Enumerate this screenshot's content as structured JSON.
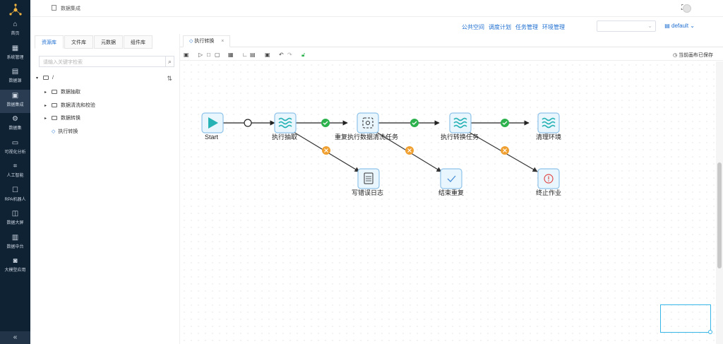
{
  "nav": {
    "items": [
      {
        "label": "首页",
        "icon": "home-icon"
      },
      {
        "label": "系统管理",
        "icon": "grid-icon"
      },
      {
        "label": "数据源",
        "icon": "database-icon"
      },
      {
        "label": "数据集成",
        "icon": "integration-icon"
      },
      {
        "label": "数据集",
        "icon": "dataset-icon"
      },
      {
        "label": "可视化分析",
        "icon": "chart-icon"
      },
      {
        "label": "人工智能",
        "icon": "ai-icon"
      },
      {
        "label": "RPA机器人",
        "icon": "robot-icon"
      },
      {
        "label": "数据大屏",
        "icon": "screen-icon"
      },
      {
        "label": "数据中台",
        "icon": "platform-icon"
      },
      {
        "label": "大模型应用",
        "icon": "model-icon"
      }
    ],
    "active_index": 3,
    "collapse_label": "«"
  },
  "header": {
    "breadcrumb": "数据集成",
    "fullscreen_icon": "⛶"
  },
  "subheader": {
    "links": [
      "公共空间",
      "调度计划",
      "任务管理",
      "环境管理"
    ],
    "select_value": "",
    "namespace": "default"
  },
  "left_panel": {
    "tabs": [
      "资源库",
      "文件库",
      "元数据",
      "组件库"
    ],
    "active_tab": 0,
    "search_placeholder": "请输入关键字检索",
    "tree": {
      "root": "/",
      "items": [
        {
          "label": "数据抽取",
          "type": "folder"
        },
        {
          "label": "数据清洗和校验",
          "type": "folder"
        },
        {
          "label": "数据转换",
          "type": "folder"
        },
        {
          "label": "执行转换",
          "type": "job"
        }
      ]
    }
  },
  "canvas": {
    "tab_label": "执行转换",
    "tab_close": "×",
    "save_status": "当前画布已保存",
    "nodes": [
      {
        "id": "start",
        "label": "Start"
      },
      {
        "id": "extract",
        "label": "执行抽取"
      },
      {
        "id": "repeat",
        "label": "重复执行数据清洗任务"
      },
      {
        "id": "transform",
        "label": "执行转换任务"
      },
      {
        "id": "clean",
        "label": "清理环境"
      },
      {
        "id": "log",
        "label": "写错误日志"
      },
      {
        "id": "end_repeat",
        "label": "结束重复"
      },
      {
        "id": "abort",
        "label": "终止作业"
      }
    ]
  },
  "colors": {
    "nav_bg": "#0f2234",
    "accent": "#1f6fd1",
    "success": "#2bb24c",
    "error": "#f0a030",
    "node_border": "#8fc3ea"
  }
}
